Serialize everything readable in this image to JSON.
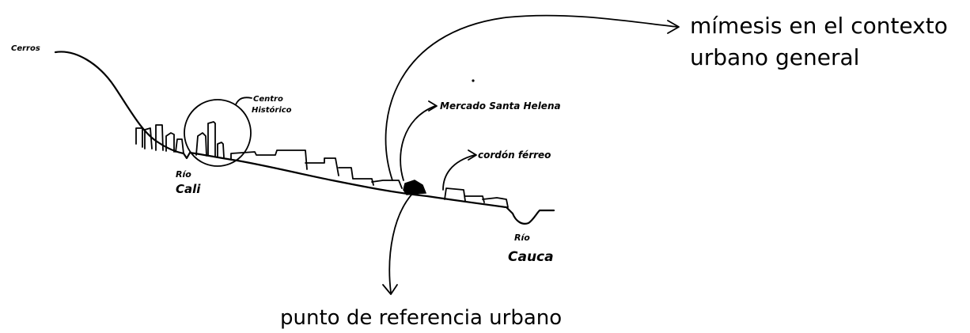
{
  "labels": {
    "cerros": "Cerros",
    "centro_historico_line1": "Centro",
    "centro_historico_line2": "Histórico",
    "rio_cali_line1": "Río",
    "rio_cali_line2": "Cali",
    "mercado": "Mercado Santa Helena",
    "cordon_ferreo": "cordón férreo",
    "rio_cauca_line1": "Río",
    "rio_cauca_line2": "Cauca",
    "mimesis_line1": "mímesis en el contexto",
    "mimesis_line2": "urbano general",
    "punto_referencia": "punto de referencia urbano"
  },
  "colors": {
    "ink": "#000000",
    "background": "#ffffff"
  }
}
